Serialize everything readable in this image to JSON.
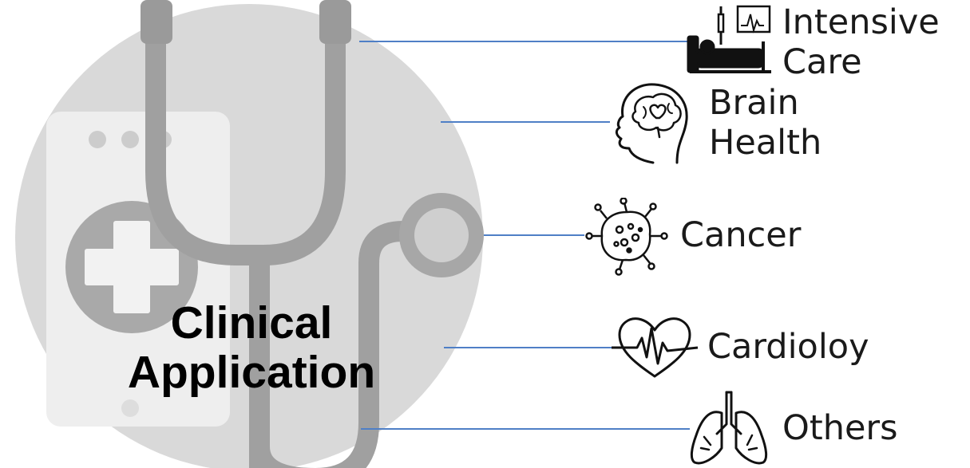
{
  "diagram": {
    "title_line1": "Clinical",
    "title_line2": "Application",
    "connector_color": "#4f7fc6",
    "circle_color": "#d9d9d9",
    "branches": [
      {
        "line1": "Intensive",
        "line2": "Care",
        "icon": "icu-bed-icon"
      },
      {
        "line1": "Brain",
        "line2": "Health",
        "icon": "brain-head-icon"
      },
      {
        "line1": "Cancer",
        "line2": "",
        "icon": "cancer-cell-icon"
      },
      {
        "line1": "Cardioloy",
        "line2": "",
        "icon": "heart-pulse-icon"
      },
      {
        "line1": "Others",
        "line2": "",
        "icon": "lungs-icon"
      }
    ]
  }
}
